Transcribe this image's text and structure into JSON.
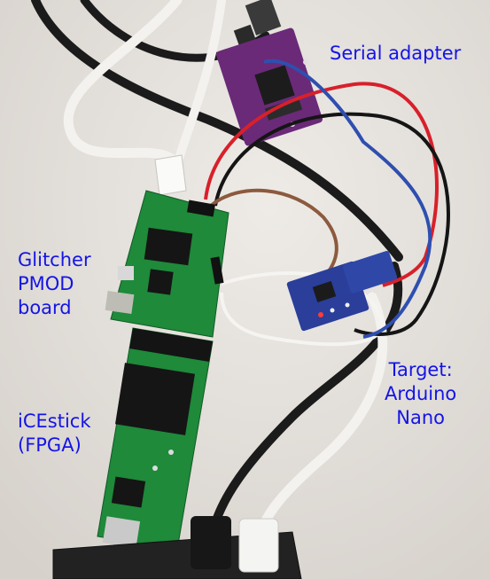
{
  "labels": {
    "serial_adapter": "Serial adapter",
    "glitcher": [
      "Glitcher",
      "PMOD",
      "board"
    ],
    "target": [
      "Target:",
      "Arduino",
      "Nano"
    ],
    "icestick": [
      "iCEstick",
      "(FPGA)"
    ]
  },
  "colors": {
    "label_text": "#1414e6",
    "background": "#e4e0dc",
    "green_pcb": "#1e8a3a",
    "purple_pcb": "#6a2a78",
    "blue_pcb": "#2a3e9a",
    "red_wire": "#d8202a",
    "blue_wire": "#2e4fb0",
    "brown_wire": "#8c5a3e",
    "black_cable": "#1a1a1a",
    "white_cable": "#f2f2f0"
  }
}
